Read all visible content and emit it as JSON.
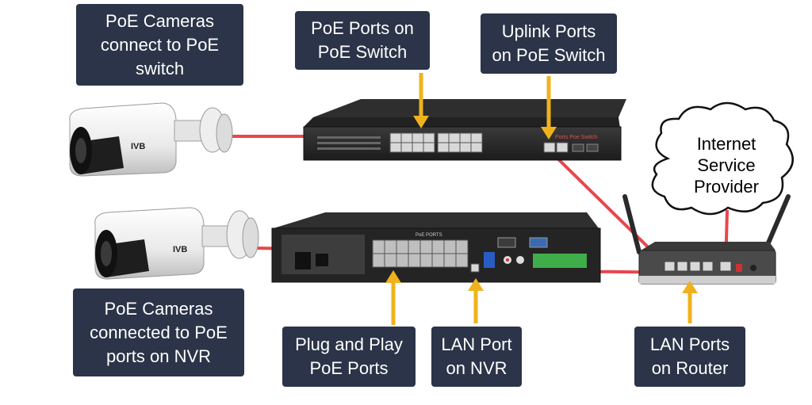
{
  "labels": {
    "poe_cameras_switch": [
      "PoE Cameras",
      "connect to PoE",
      "switch"
    ],
    "poe_ports_switch": [
      "PoE Ports on",
      "PoE Switch"
    ],
    "uplink_ports": [
      "Uplink Ports",
      "on PoE Switch"
    ],
    "poe_cameras_nvr": [
      "PoE Cameras",
      "connected to PoE",
      "ports on NVR"
    ],
    "plug_and_play": [
      "Plug and Play",
      "PoE Ports"
    ],
    "lan_port_nvr": [
      "LAN Port",
      "on NVR"
    ],
    "lan_ports_router": [
      "LAN Ports",
      "on Router"
    ]
  },
  "cloud": [
    "Internet",
    "Service",
    "Provider"
  ],
  "camera_brand": "IVB",
  "switch_panel_text": "Ports Poe Switch",
  "nvr_panel_text": "PoE PORTS",
  "colors": {
    "label_bg": "#2b3448",
    "arrow": "#f0b21c",
    "cable": "#e8464c"
  }
}
